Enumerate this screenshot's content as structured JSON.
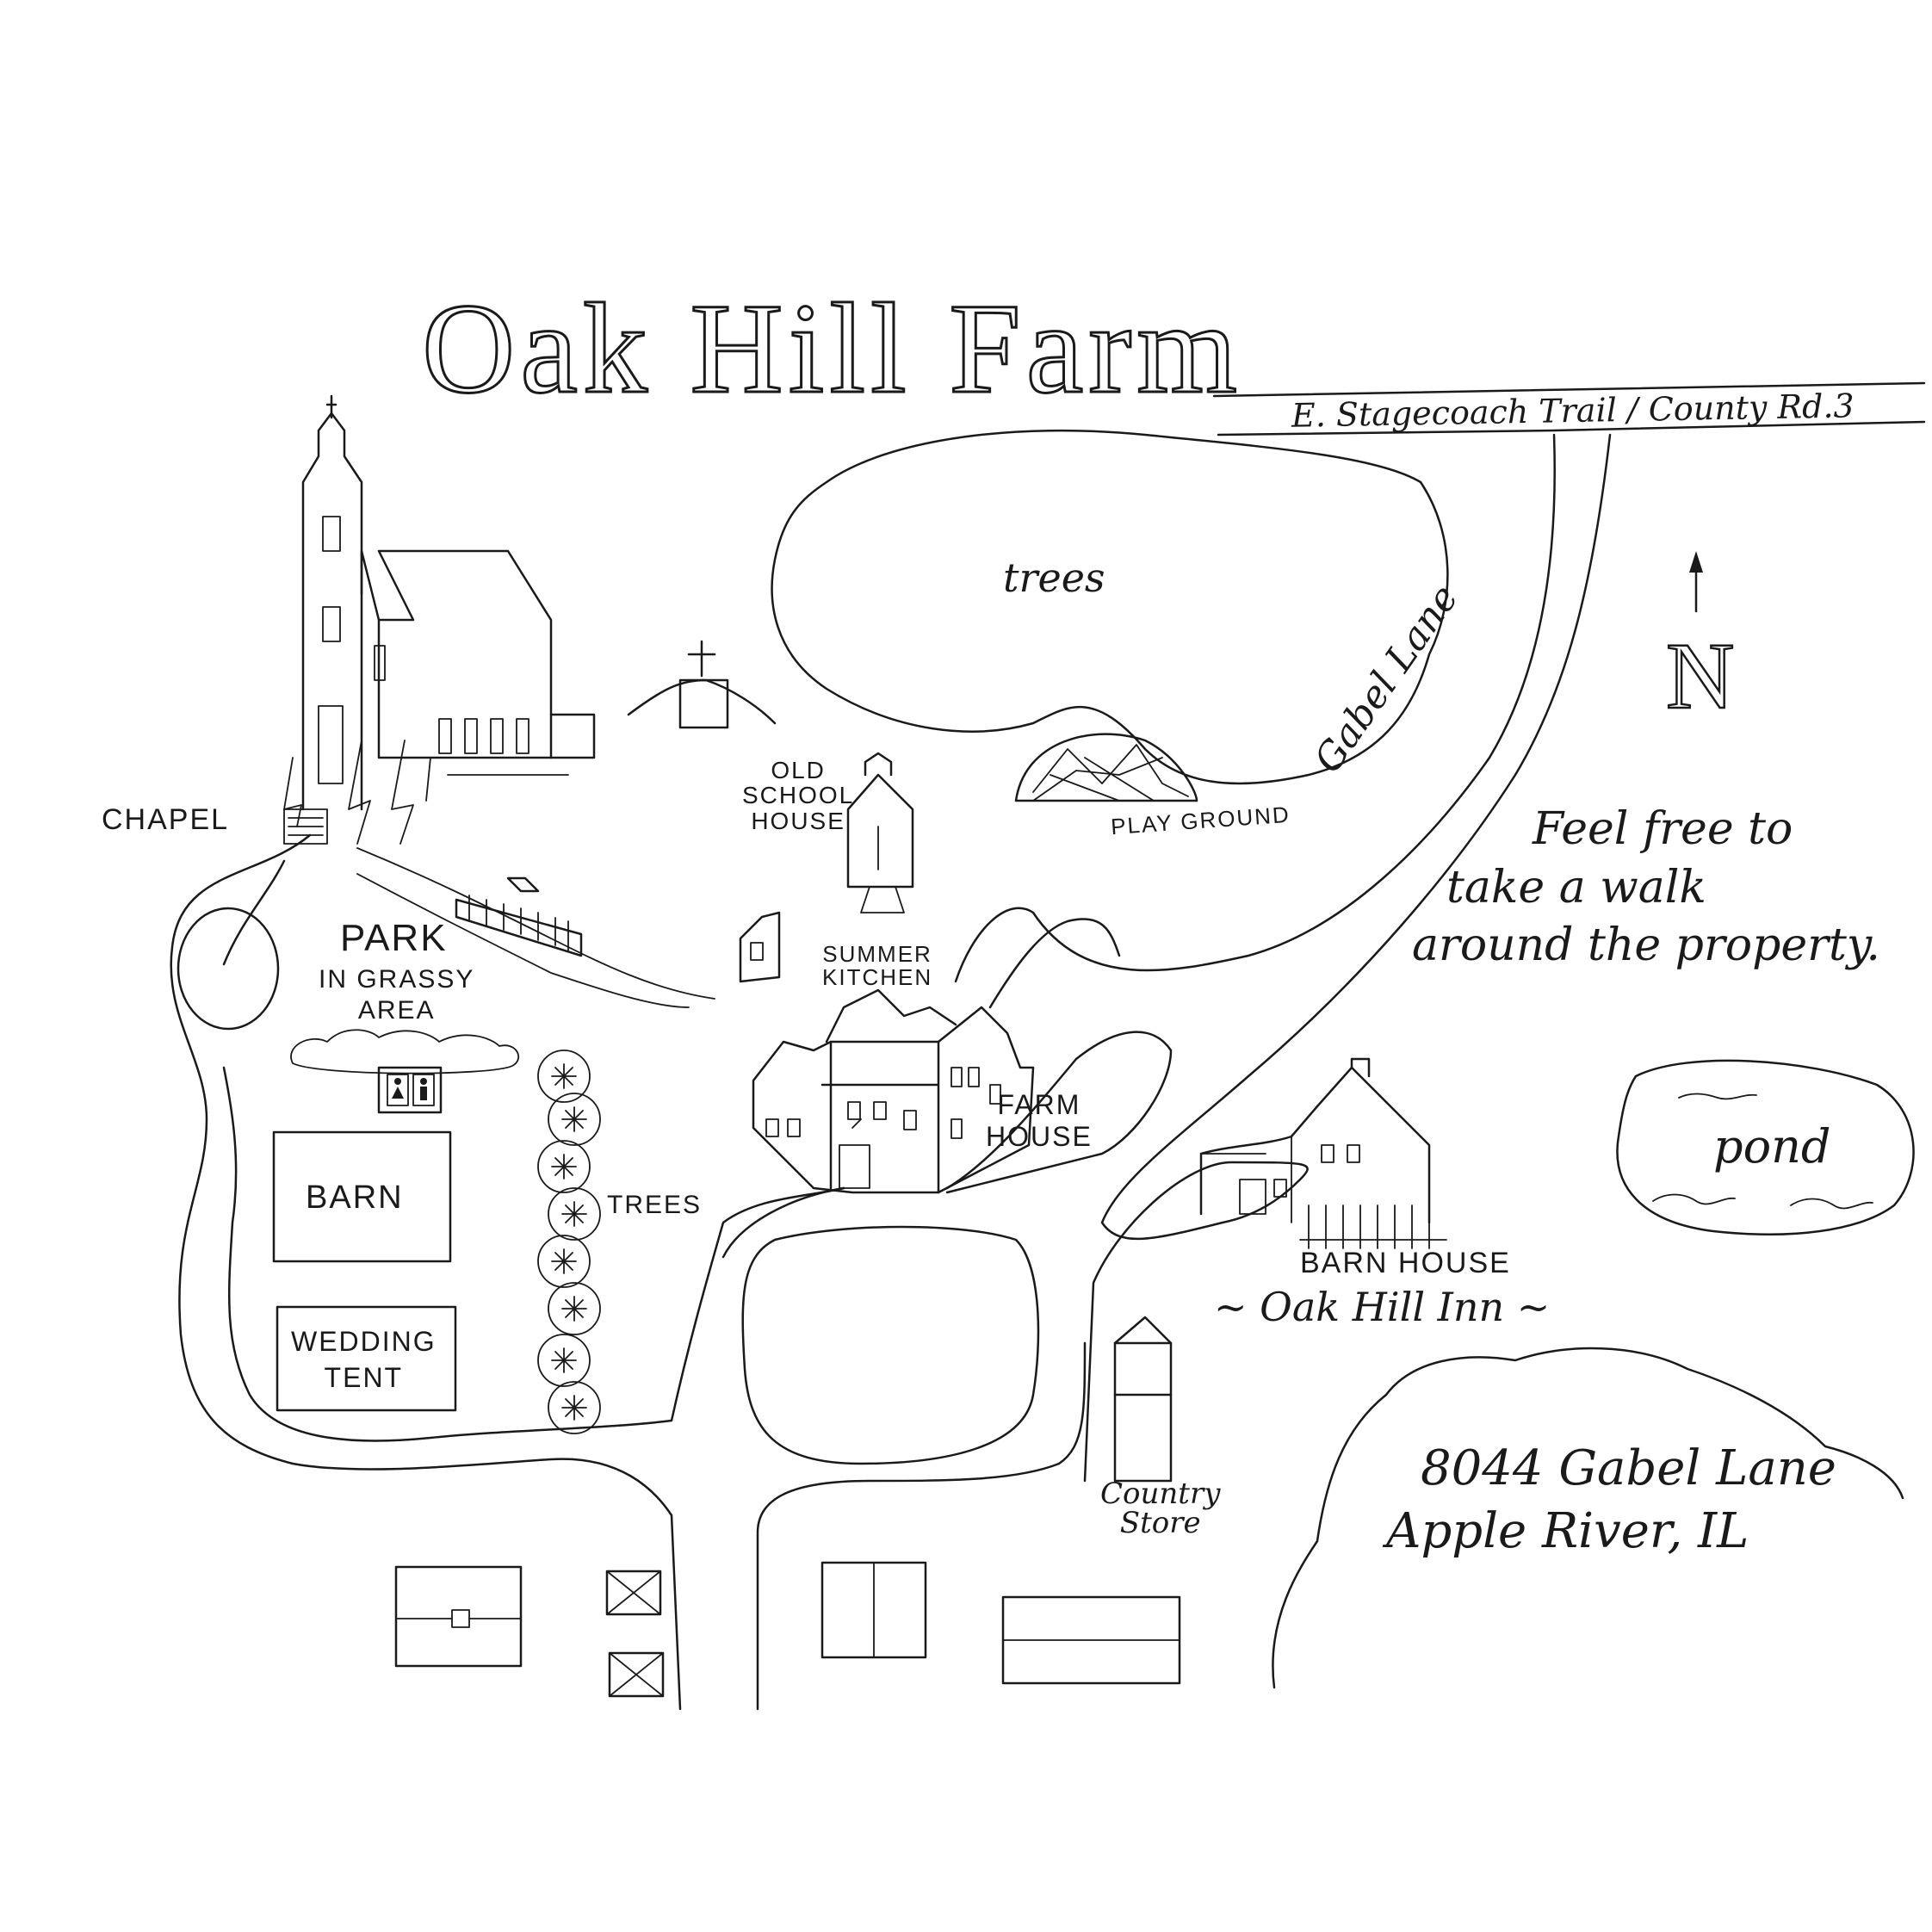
{
  "title": "Oak Hill Farm",
  "roads": {
    "main": "E. Stagecoach Trail / County Rd.3",
    "side": "Gabel Lane"
  },
  "compass": {
    "letter": "N",
    "icon": "north-arrow-icon"
  },
  "labels": {
    "chapel": "CHAPEL",
    "trees_top": "trees",
    "old_school_house": [
      "OLD",
      "SCHOOL",
      "HOUSE"
    ],
    "playground": "PLAY GROUND",
    "park": "PARK",
    "park_sub": [
      "IN GRASSY",
      "AREA"
    ],
    "summer_kitchen": [
      "SUMMER",
      "KITCHEN"
    ],
    "farm_house": [
      "FARM",
      "HOUSE"
    ],
    "barn": "BARN",
    "wedding_tent": [
      "WEDDING",
      "TENT"
    ],
    "trees_row": "TREES",
    "barn_house": "BARN HOUSE",
    "inn": "~ Oak Hill Inn ~",
    "country_store": [
      "Country",
      "Store"
    ],
    "pond": "pond"
  },
  "note": [
    "Feel free to",
    "take a walk",
    "around the property."
  ],
  "address": [
    "8044 Gabel Lane",
    "Apple River, IL"
  ],
  "icons": [
    "cross-icon",
    "restroom-icon",
    "north-arrow-icon"
  ]
}
